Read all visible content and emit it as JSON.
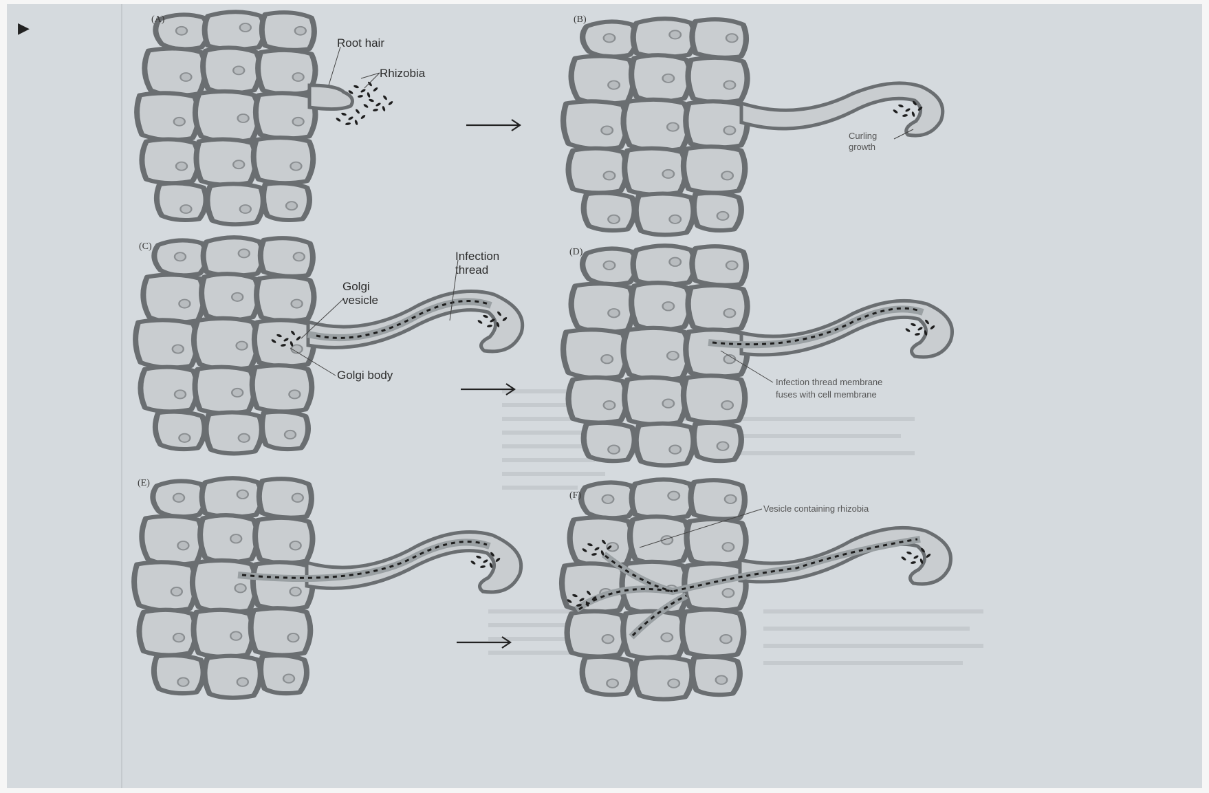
{
  "marker": "▶",
  "panels": {
    "A": {
      "letter": "(A)"
    },
    "B": {
      "letter": "(B)"
    },
    "C": {
      "letter": "(C)"
    },
    "D": {
      "letter": "(D)"
    },
    "E": {
      "letter": "(E)"
    },
    "F": {
      "letter": "(F)"
    }
  },
  "labels": {
    "root_hair": "Root hair",
    "rhizobia": "Rhizobia",
    "curling_1": "Curling",
    "curling_2": "growth",
    "infection_thread_1": "Infection",
    "infection_thread_2": "thread",
    "golgi_vesicle_1": "Golgi",
    "golgi_vesicle_2": "vesicle",
    "golgi_body": "Golgi body",
    "fuses_1": "Infection thread membrane",
    "fuses_2": "fuses with cell membrane",
    "vesicle_rhizobia": "Vesicle containing rhizobia"
  },
  "colors": {
    "page": "#d5dade",
    "cell_fill": "#c9cdd0",
    "cell_wall": "#6a6e71",
    "nucleus": "#b8bcbf",
    "bacteria": "#1e1e1e",
    "thread": "#9aa0a3"
  }
}
